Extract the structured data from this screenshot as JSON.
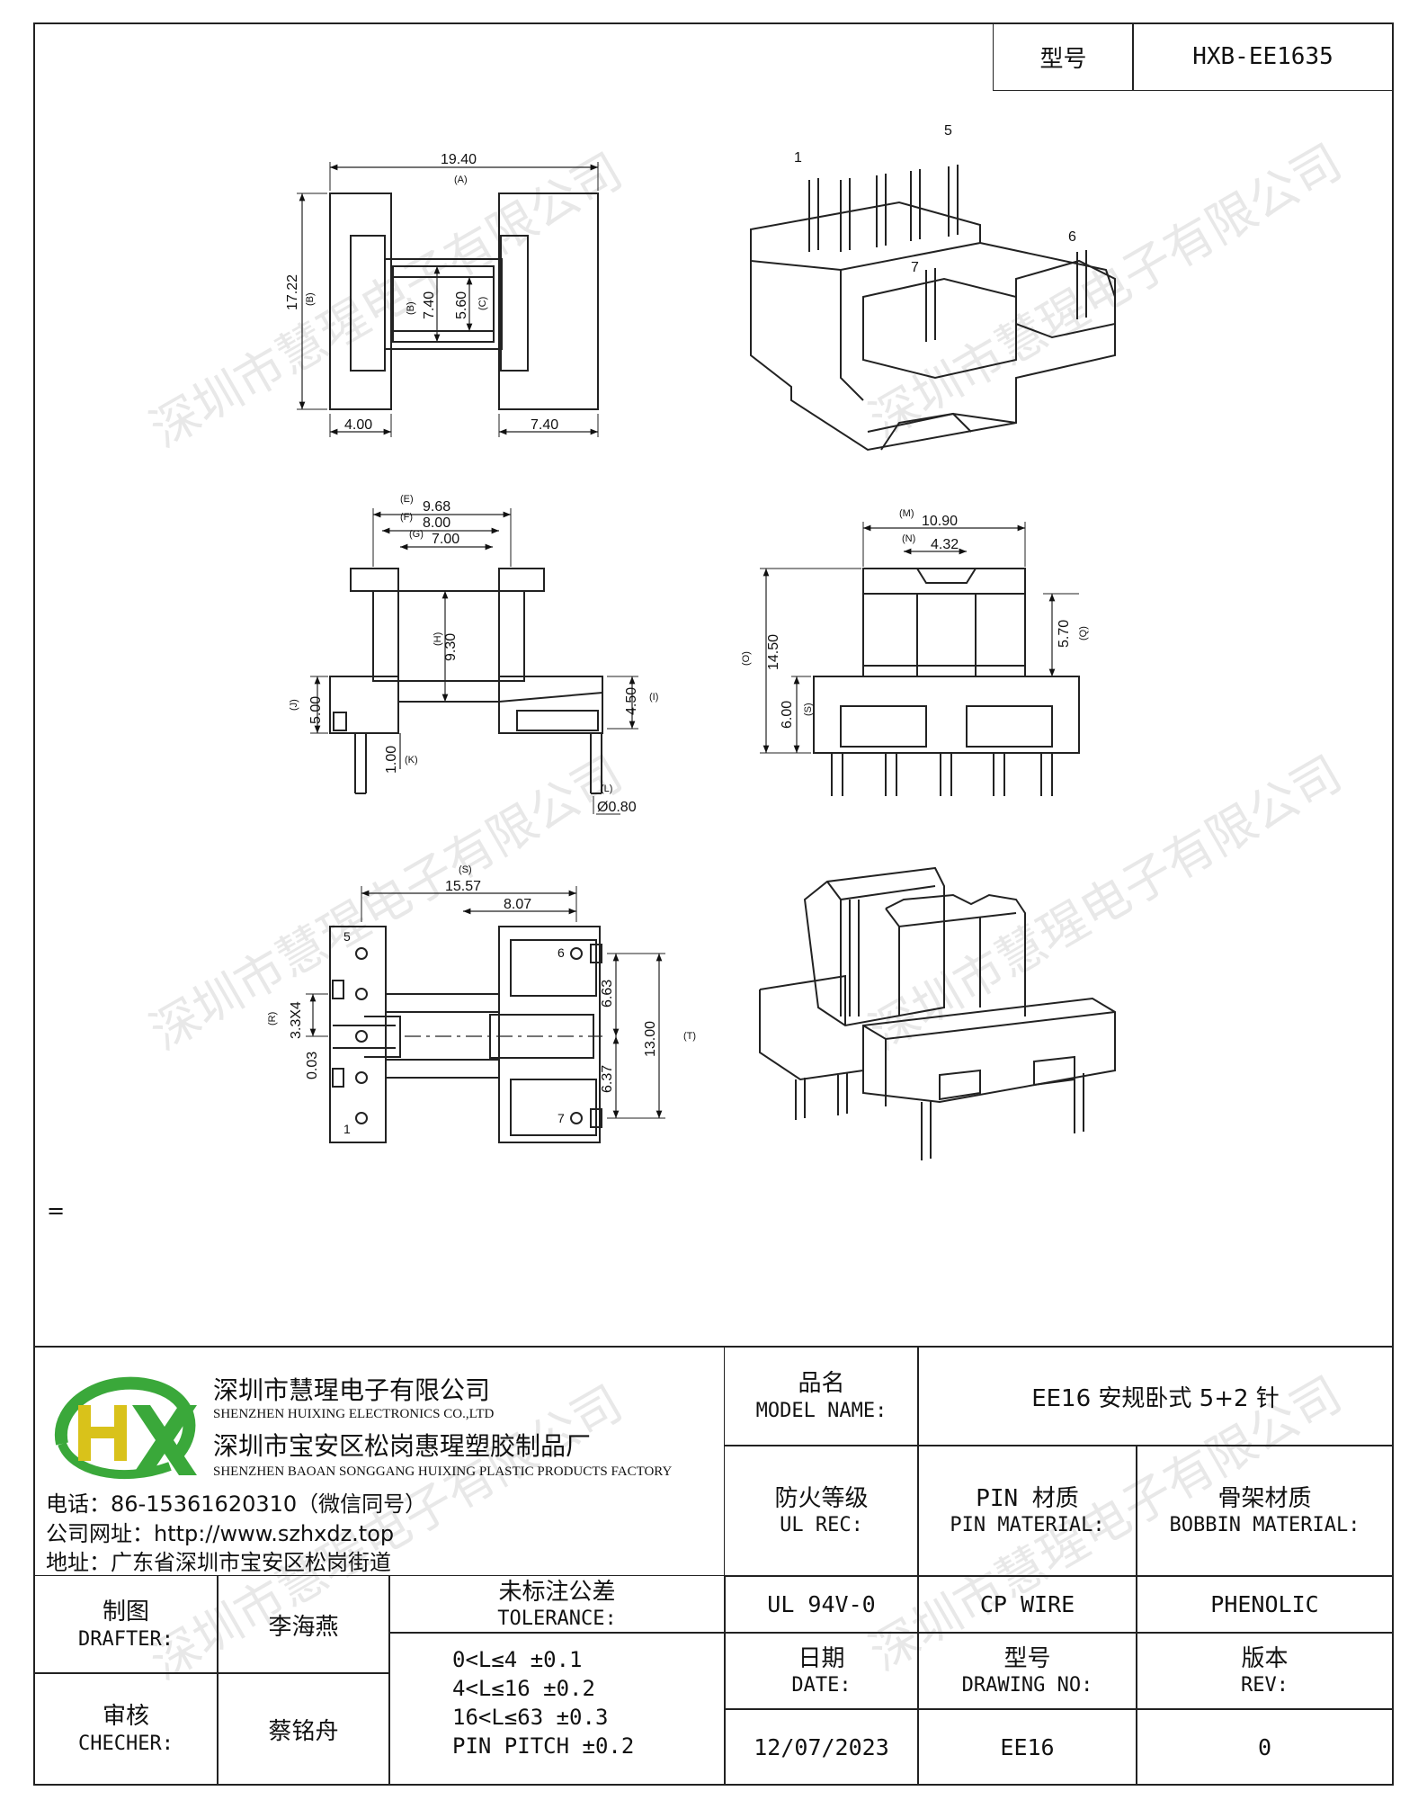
{
  "header": {
    "model_label": "型号",
    "model_value": "HXB-EE1635"
  },
  "drawing": {
    "top_view": {
      "overall_width": "19.40",
      "overall_width_ref": "(A)",
      "height": "17.22",
      "height_ref": "(B)",
      "inner_h": "7.40",
      "inner_h_ref": "(B)",
      "core": "5.60",
      "core_ref": "(C)",
      "left_w": "4.00",
      "right_w": "7.40"
    },
    "iso_pins": {
      "p1": "1",
      "p5": "5",
      "p6": "6",
      "p7": "7"
    },
    "side_view": {
      "w1": "9.68",
      "w1_ref": "(E)",
      "w2": "8.00",
      "w2_ref": "(F)",
      "w3": "7.00",
      "w3_ref": "(G)",
      "h_mid": "9.30",
      "h_mid_ref": "(H)",
      "h_left": "5.00",
      "h_left_ref": "(J)",
      "h_right": "4.50",
      "h_right_ref": "(I)",
      "pin_len": "1.00",
      "pin_len_ref": "(K)",
      "pin_dia": "Ø0.80",
      "pin_dia_ref": "(L)"
    },
    "front_view": {
      "width": "10.90",
      "width_ref": "(M)",
      "slot": "4.32",
      "slot_ref": "(N)",
      "height": "14.50",
      "height_ref": "(O)",
      "upper": "5.70",
      "upper_ref": "(Q)",
      "lower": "6.00",
      "lower_ref": "(S)"
    },
    "bottom_view": {
      "width": "15.57",
      "width_ref": "(S)",
      "pitch_r": "8.07",
      "pitch1": "6.63",
      "pitch2": "6.37",
      "total": "13.00",
      "total_ref": "(T)",
      "left_pitch": "3.3X4",
      "left_pitch_ref": "(R)",
      "offset": "0.03",
      "pins": [
        "5",
        "1",
        "6",
        "7"
      ]
    }
  },
  "equals_mark": "=",
  "company": {
    "name_cn": "深圳市慧瑆电子有限公司",
    "name_en": "SHENZHEN HUIXING ELECTRONICS CO.,LTD",
    "factory_cn": "深圳市宝安区松岗惠瑆塑胶制品厂",
    "factory_en": "SHENZHEN BAOAN SONGGANG HUIXING PLASTIC PRODUCTS FACTORY",
    "phone": "电话：86-15361620310（微信同号）",
    "website": "公司网址：http://www.szhxdz.top",
    "address": "地址：广东省深圳市宝安区松岗街道",
    "logo_text": "HX"
  },
  "title_block": {
    "model_name_cn": "品名",
    "model_name_en": "MODEL NAME:",
    "model_name_value": "EE16 安规卧式 5+2 针",
    "ul_cn": "防火等级",
    "ul_en": "UL REC:",
    "pin_mat_cn": "PIN 材质",
    "pin_mat_en": "PIN MATERIAL:",
    "bobbin_mat_cn": "骨架材质",
    "bobbin_mat_en": "BOBBIN MATERIAL:",
    "ul_value": "UL 94V-0",
    "pin_value": "CP WIRE",
    "bobbin_value": "PHENOLIC",
    "drafter_cn": "制图",
    "drafter_en": "DRAFTER:",
    "drafter_name": "李海燕",
    "checker_cn": "审核",
    "checker_en": "CHECHER:",
    "checker_name": "蔡铭舟",
    "tol_cn": "未标注公差",
    "tol_en": "TOLERANCE:",
    "tol_lines": [
      "0<L≤4  ±0.1",
      "4<L≤16 ±0.2",
      "16<L≤63 ±0.3",
      "PIN PITCH ±0.2"
    ],
    "date_cn": "日期",
    "date_en": "DATE:",
    "date_value": "12/07/2023",
    "dwg_cn": "型号",
    "dwg_en": "DRAWING NO:",
    "dwg_value": "EE16",
    "rev_cn": "版本",
    "rev_en": "REV:",
    "rev_value": "0"
  },
  "watermark": "深圳市慧瑆电子有限公司",
  "colors": {
    "logo_green": "#3aa83a",
    "logo_yellow": "#d9c21a",
    "line": "#222222"
  }
}
